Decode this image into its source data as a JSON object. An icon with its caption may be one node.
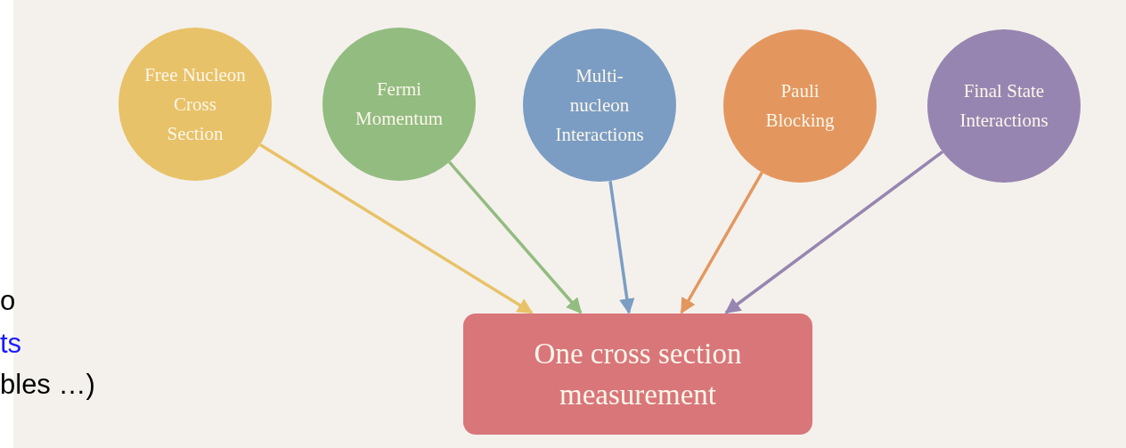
{
  "diagram": {
    "nodes": [
      {
        "text": [
          "Free Nucleon Cross Section"
        ]
      },
      {
        "text": [
          "Fermi Momentum"
        ]
      },
      {
        "text": [
          "Multi-nucleon Interactions"
        ]
      },
      {
        "text": [
          "Pauli Blocking"
        ]
      },
      {
        "text": [
          "Final State Interactions"
        ]
      },
      {
        "text": [
          "One cross section measurement"
        ]
      }
    ],
    "edges": [
      {
        "from": 0,
        "to": 5,
        "arrow": "to",
        "color": "#e8c268"
      },
      {
        "from": 1,
        "to": 5,
        "arrow": "to",
        "color": "#93bc80"
      },
      {
        "from": 2,
        "to": 5,
        "arrow": "to",
        "color": "#7b9dc4"
      },
      {
        "from": 3,
        "to": 5,
        "arrow": "to",
        "color": "#e3975f"
      },
      {
        "from": 4,
        "to": 5,
        "arrow": "to",
        "color": "#9785b1"
      }
    ],
    "labels": [
      "o",
      "ts",
      "bles …)"
    ]
  }
}
